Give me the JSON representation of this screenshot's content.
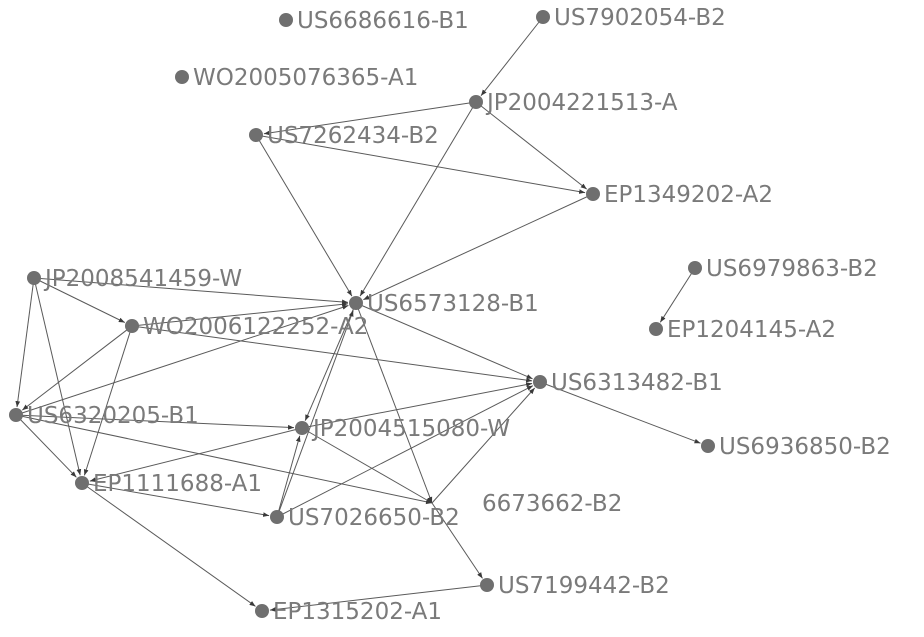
{
  "graph": {
    "nodes": [
      {
        "id": "US6686616-B1",
        "label": "US6686616-B1"
      },
      {
        "id": "US7902054-B2",
        "label": "US7902054-B2"
      },
      {
        "id": "WO2005076365-A1",
        "label": "WO2005076365-A1"
      },
      {
        "id": "JP2004221513-A",
        "label": "JP2004221513-A"
      },
      {
        "id": "US7262434-B2",
        "label": "US7262434-B2"
      },
      {
        "id": "EP1349202-A2",
        "label": "EP1349202-A2"
      },
      {
        "id": "US6979863-B2",
        "label": "US6979863-B2"
      },
      {
        "id": "JP2008541459-W",
        "label": "JP2008541459-W"
      },
      {
        "id": "US6573128-B1",
        "label": "US6573128-B1"
      },
      {
        "id": "WO2006122252-A2",
        "label": "WO2006122252-A2"
      },
      {
        "id": "EP1204145-A2",
        "label": "EP1204145-A2"
      },
      {
        "id": "US6313482-B1",
        "label": "US6313482-B1"
      },
      {
        "id": "US6320205-B1",
        "label": "US6320205-B1"
      },
      {
        "id": "JP2004515080-W",
        "label": "JP2004515080-W"
      },
      {
        "id": "US6936850-B2",
        "label": "US6936850-B2"
      },
      {
        "id": "EP1111688-A1",
        "label": "EP1111688-A1"
      },
      {
        "id": "US7026650-B2",
        "label": "US7026650-B2"
      },
      {
        "id": "US6673662-B2",
        "label": "6673662-B2"
      },
      {
        "id": "US7199442-B2",
        "label": "US7199442-B2"
      },
      {
        "id": "EP1315202-A1",
        "label": "EP1315202-A1"
      }
    ],
    "edges": [
      {
        "from": "US7902054-B2",
        "to": "JP2004221513-A"
      },
      {
        "from": "JP2004221513-A",
        "to": "US7262434-B2"
      },
      {
        "from": "JP2004221513-A",
        "to": "EP1349202-A2"
      },
      {
        "from": "JP2004221513-A",
        "to": "US6573128-B1"
      },
      {
        "from": "US7262434-B2",
        "to": "EP1349202-A2"
      },
      {
        "from": "US7262434-B2",
        "to": "US6573128-B1"
      },
      {
        "from": "EP1349202-A2",
        "to": "US6573128-B1"
      },
      {
        "from": "US6979863-B2",
        "to": "EP1204145-A2"
      },
      {
        "from": "JP2008541459-W",
        "to": "US6573128-B1"
      },
      {
        "from": "JP2008541459-W",
        "to": "WO2006122252-A2"
      },
      {
        "from": "JP2008541459-W",
        "to": "US6320205-B1"
      },
      {
        "from": "JP2008541459-W",
        "to": "EP1111688-A1"
      },
      {
        "from": "WO2006122252-A2",
        "to": "US6573128-B1"
      },
      {
        "from": "WO2006122252-A2",
        "to": "US6313482-B1"
      },
      {
        "from": "WO2006122252-A2",
        "to": "US6320205-B1"
      },
      {
        "from": "WO2006122252-A2",
        "to": "EP1111688-A1"
      },
      {
        "from": "US6320205-B1",
        "to": "US6573128-B1"
      },
      {
        "from": "US6320205-B1",
        "to": "EP1111688-A1"
      },
      {
        "from": "US6320205-B1",
        "to": "JP2004515080-W"
      },
      {
        "from": "US6320205-B1",
        "to": "US6673662-B2"
      },
      {
        "from": "US6313482-B1",
        "to": "US6936850-B2"
      },
      {
        "from": "US6573128-B1",
        "to": "US6313482-B1"
      },
      {
        "from": "US6573128-B1",
        "to": "US6673662-B2"
      },
      {
        "from": "US6573128-B1",
        "to": "JP2004515080-W"
      },
      {
        "from": "JP2004515080-W",
        "to": "US6313482-B1"
      },
      {
        "from": "JP2004515080-W",
        "to": "EP1111688-A1"
      },
      {
        "from": "JP2004515080-W",
        "to": "US6673662-B2"
      },
      {
        "from": "EP1111688-A1",
        "to": "US7026650-B2"
      },
      {
        "from": "EP1111688-A1",
        "to": "EP1315202-A1"
      },
      {
        "from": "US7026650-B2",
        "to": "US6573128-B1"
      },
      {
        "from": "US7026650-B2",
        "to": "US6313482-B1"
      },
      {
        "from": "US7026650-B2",
        "to": "JP2004515080-W"
      },
      {
        "from": "US6673662-B2",
        "to": "US6313482-B1"
      },
      {
        "from": "US6673662-B2",
        "to": "US7199442-B2"
      },
      {
        "from": "US7199442-B2",
        "to": "EP1315202-A1"
      }
    ]
  }
}
